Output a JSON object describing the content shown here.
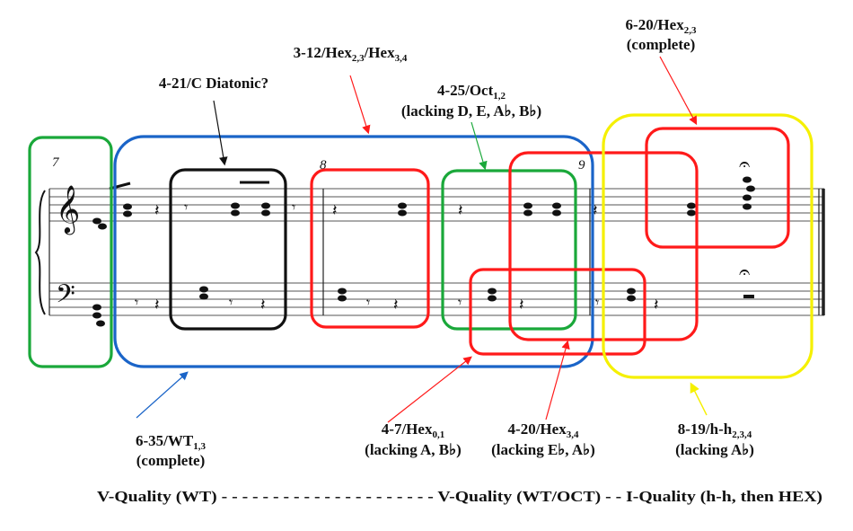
{
  "colors": {
    "green": "#1aa83a",
    "blue": "#1a64c8",
    "black": "#111111",
    "red": "#ff1a1a",
    "yellow": "#f5f000"
  },
  "measures": [
    "7",
    "8",
    "9"
  ],
  "labels": {
    "c421": {
      "main": "4-21/C Diatonic?"
    },
    "c312": {
      "a": "3-12/Hex",
      "a_sub": "2,3",
      "b": "/Hex",
      "b_sub": "3,4"
    },
    "c425": {
      "a": "4-25/Oct",
      "a_sub": "1,2",
      "line2": "(lacking D, E, A♭, B♭)"
    },
    "c620": {
      "a": "6-20/Hex",
      "a_sub": "2,3",
      "line2": "(complete)"
    },
    "c635": {
      "a": "6-35/WT",
      "a_sub": "1,3",
      "line2": "(complete)"
    },
    "c47": {
      "a": "4-7/Hex",
      "a_sub": "0,1",
      "line2": "(lacking A, B♭)"
    },
    "c420": {
      "a": "4-20/Hex",
      "a_sub": "3,4",
      "line2": "(lacking E♭, A♭)"
    },
    "c819": {
      "a": "8-19/h-h",
      "a_sub": "2,3,4",
      "line2": "(lacking A♭)"
    }
  },
  "footer": "V-Quality (WT) - - - - - - - - - - - - - - - - - - - - - V-Quality (WT/OCT) - - I-Quality (h-h, then HEX)"
}
